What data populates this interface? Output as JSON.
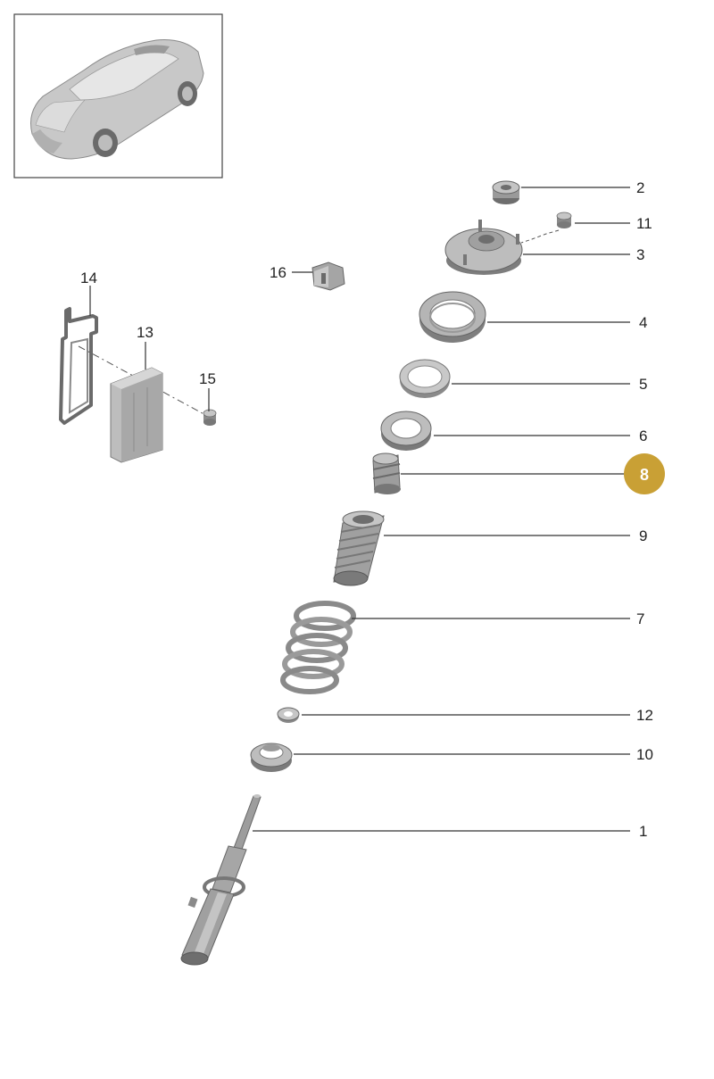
{
  "colors": {
    "highlight": "#c9a035",
    "part_fill": "#b8b8b8",
    "part_shadow": "#7a7a7a",
    "line": "#333333"
  },
  "thumbnail": {
    "icon": "car-thumbnail-icon"
  },
  "callouts": [
    {
      "id": "2",
      "label": "2",
      "highlighted": false
    },
    {
      "id": "11",
      "label": "11",
      "highlighted": false
    },
    {
      "id": "3",
      "label": "3",
      "highlighted": false
    },
    {
      "id": "16",
      "label": "16",
      "highlighted": false
    },
    {
      "id": "14",
      "label": "14",
      "highlighted": false
    },
    {
      "id": "4",
      "label": "4",
      "highlighted": false
    },
    {
      "id": "13",
      "label": "13",
      "highlighted": false
    },
    {
      "id": "5",
      "label": "5",
      "highlighted": false
    },
    {
      "id": "15",
      "label": "15",
      "highlighted": false
    },
    {
      "id": "6",
      "label": "6",
      "highlighted": false
    },
    {
      "id": "8",
      "label": "8",
      "highlighted": true
    },
    {
      "id": "9",
      "label": "9",
      "highlighted": false
    },
    {
      "id": "7",
      "label": "7",
      "highlighted": false
    },
    {
      "id": "12",
      "label": "12",
      "highlighted": false
    },
    {
      "id": "10",
      "label": "10",
      "highlighted": false
    },
    {
      "id": "1",
      "label": "1",
      "highlighted": false
    }
  ]
}
